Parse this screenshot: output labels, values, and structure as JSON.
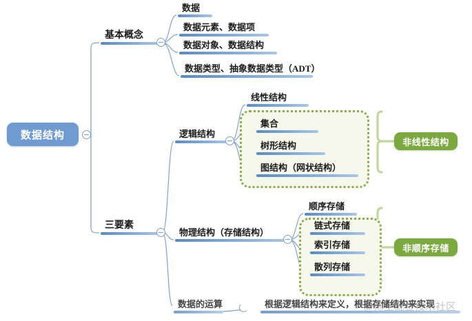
{
  "diagram": {
    "title": "数据结构",
    "type": "mind-map",
    "colors": {
      "root": "#6f9bd1",
      "branch_bar": "#5b8ac4",
      "group_box_border": "#8aad4e",
      "group_box_fill": "#f6f8ec",
      "green_label": "#7ba83f",
      "bracket": "#c2d79a"
    }
  },
  "root": {
    "label": "数据结构"
  },
  "branches": {
    "basic_concepts": {
      "label": "基本概念",
      "children": [
        {
          "label": "数据"
        },
        {
          "label": "数据元素、数据项"
        },
        {
          "label": "数据对象、数据结构"
        },
        {
          "label": "数据类型、抽象数据类型（ADT）"
        }
      ]
    },
    "three_elements": {
      "label": "三要素",
      "children": [
        {
          "label": "逻辑结构",
          "children": [
            {
              "label": "线性结构"
            },
            {
              "label": "集合"
            },
            {
              "label": "树形结构"
            },
            {
              "label": "图结构（网状结构）"
            }
          ],
          "group": {
            "members": [
              "集合",
              "树形结构",
              "图结构（网状结构）"
            ],
            "summary_label": "非线性结构"
          }
        },
        {
          "label": "物理结构（存储结构）",
          "children": [
            {
              "label": "顺序存储"
            },
            {
              "label": "链式存储"
            },
            {
              "label": "索引存储"
            },
            {
              "label": "散列存储"
            }
          ],
          "group": {
            "members": [
              "链式存储",
              "索引存储",
              "散列存储"
            ],
            "summary_label": "非顺序存储"
          }
        },
        {
          "label": "数据的运算",
          "children": [
            {
              "label": "根据逻辑结构来定义，根据存储结构来实现"
            }
          ]
        }
      ]
    }
  },
  "icons": {
    "collapse": "minus-circle-icon",
    "loading": "spinner-icon"
  },
  "watermark": {
    "text": "@稀土掘金技术社区"
  }
}
